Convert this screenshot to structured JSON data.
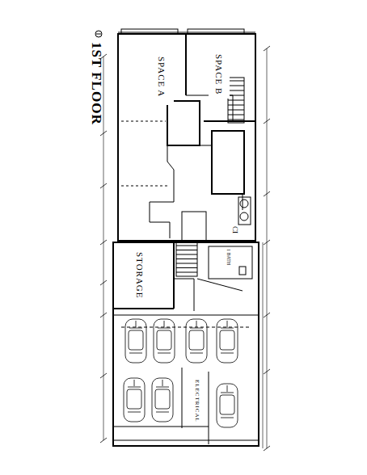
{
  "diagram": {
    "title": "1ST FLOOR",
    "nodes": [
      {
        "text": [
          "SPACE A"
        ]
      },
      {
        "text": [
          "SPACE B"
        ]
      },
      {
        "text": [
          "STORAGE"
        ]
      },
      {
        "text": [
          "ELECTRICAL"
        ]
      }
    ],
    "labels": [
      "CI",
      "1 BATH"
    ]
  }
}
